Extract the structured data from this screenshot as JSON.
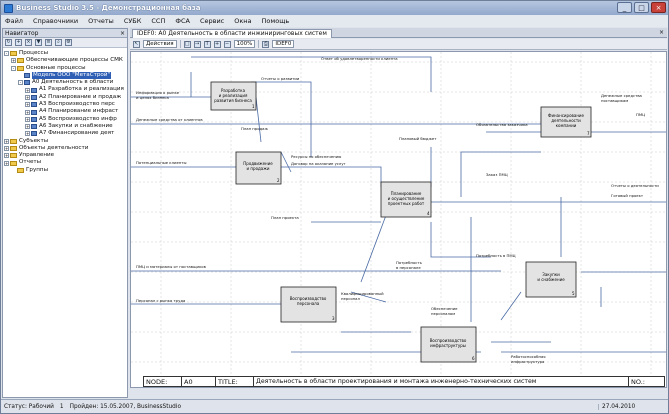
{
  "window": {
    "title": "Business Studio 3.5 - Демонстрационная база",
    "min": "_",
    "max": "□",
    "close": "×"
  },
  "menu": [
    "Файл",
    "Справочники",
    "Отчеты",
    "СУБК",
    "ССП",
    "ФСА",
    "Сервис",
    "Окна",
    "Помощь"
  ],
  "navigator": {
    "title": "Навигатор",
    "close": "×",
    "tree": [
      {
        "label": "Процессы",
        "level": 0,
        "icon": "folder",
        "exp": "-"
      },
      {
        "label": "Обеспечивающие процессы СМК",
        "level": 1,
        "icon": "folder",
        "exp": "+"
      },
      {
        "label": "Основные процессы",
        "level": 1,
        "icon": "folder",
        "exp": "-"
      },
      {
        "label": "Модель ООО \"МетаСтрой\"",
        "level": 2,
        "icon": "proc",
        "exp": "",
        "selected": true
      },
      {
        "label": "A0 Деятельность в области",
        "level": 2,
        "icon": "proc",
        "exp": "-"
      },
      {
        "label": "A1 Разработка и реализация",
        "level": 3,
        "icon": "proc",
        "exp": "+"
      },
      {
        "label": "A2 Планирование и продаж",
        "level": 3,
        "icon": "proc",
        "exp": "+"
      },
      {
        "label": "A3 Воспроизводство перс",
        "level": 3,
        "icon": "proc",
        "exp": "+"
      },
      {
        "label": "A4 Планирование инфраст",
        "level": 3,
        "icon": "proc",
        "exp": "+"
      },
      {
        "label": "A5 Воспроизводство инфр",
        "level": 3,
        "icon": "proc",
        "exp": "+"
      },
      {
        "label": "A6 Закупки и снабжение",
        "level": 3,
        "icon": "proc",
        "exp": "+"
      },
      {
        "label": "A7 Финансирование деят",
        "level": 3,
        "icon": "proc",
        "exp": "+"
      },
      {
        "label": "Субъекты",
        "level": 0,
        "icon": "folder",
        "exp": "+"
      },
      {
        "label": "Объекты деятельности",
        "level": 0,
        "icon": "folder",
        "exp": "+"
      },
      {
        "label": "Управление",
        "level": 0,
        "icon": "folder",
        "exp": "+"
      },
      {
        "label": "Отчеты",
        "level": 0,
        "icon": "folder",
        "exp": "+"
      },
      {
        "label": "Группы",
        "level": 1,
        "icon": "folder",
        "exp": ""
      }
    ]
  },
  "tabs": [
    {
      "label": "IDEF0: A0 Деятельность в области инжиниринговых систем",
      "close": "×"
    }
  ],
  "diagram_toolbar": {
    "view": "Действия",
    "zoom": "100%",
    "method": "IDEF0"
  },
  "diagram": {
    "top_note": "Ответ об удовлетворенности клиента",
    "boxes": [
      {
        "id": "b1",
        "label": "Разработка и реализация развития бизнеса",
        "num": "1"
      },
      {
        "id": "b2",
        "label": "Продвижение и продажи",
        "num": "2"
      },
      {
        "id": "b3",
        "label": "Планирование и осуществление проектных работ",
        "num": "4"
      },
      {
        "id": "b4",
        "label": "Финансирование деятельности компании",
        "num": "7"
      },
      {
        "id": "b5",
        "label": "Закупки и снабжение",
        "num": "5"
      },
      {
        "id": "b6",
        "label": "Воспроизводство персонала",
        "num": "3"
      },
      {
        "id": "b7",
        "label": "Воспроизводство инфраструктуры",
        "num": "6"
      }
    ],
    "labels": [
      "Информация о рынке и целях бизнеса",
      "Потенциальные клиенты",
      "Денежные средства от клиентов",
      "ПМЦ и материалы от поставщиков",
      "Персонал с рынка труда",
      "Отчеты о развитии",
      "Ресурсы по обеспечению",
      "Договор на оказание услуг",
      "План продаж",
      "План проекта",
      "Плановый бюджет",
      "Обязательства заказчика",
      "Заказ ПМЦ",
      "Денежные средства поставщикам",
      "Отчеты о деятельности",
      "Готовый проект",
      "Потребность в ПМЦ",
      "Квалифицированный персонал",
      "Работоспособная инфраструктура",
      "Потребность в персонале",
      "Обеспечение персоналом",
      "ПМЦ"
    ]
  },
  "footer": {
    "node_label": "NODE:",
    "node_val": "A0",
    "title_label": "TITLE:",
    "title_val": "Деятельность в области проектирования и монтажа инженерно-технических систем",
    "no_label": "NO.:"
  },
  "status": {
    "left": "Статус: Рабочий",
    "count": "1",
    "author": "Пройден: 15.05.2007, BusinessStudio",
    "date": "27.04.2010"
  }
}
